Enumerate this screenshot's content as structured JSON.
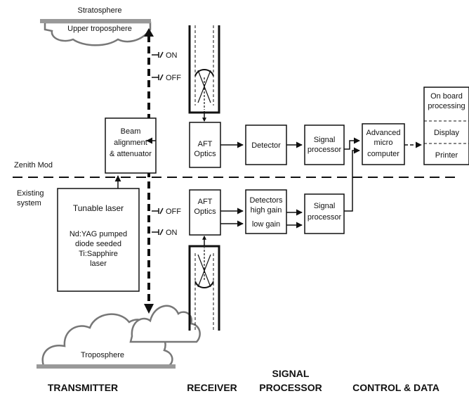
{
  "labels": {
    "stratosphere": "Stratosphere",
    "upper_troposphere": "Upper troposphere",
    "troposphere": "Troposphere",
    "zenith_mod": "Zenith Mod",
    "existing_system": [
      "Existing",
      "system"
    ],
    "switch_upper_on": "ON",
    "switch_upper_off": "OFF",
    "switch_lower_off": "OFF",
    "switch_lower_on": "ON"
  },
  "boxes": {
    "beam_alignment": [
      "Beam",
      "alignment",
      "& attenuator"
    ],
    "tunable_laser_title": "Tunable laser",
    "tunable_laser_desc": [
      "Nd:YAG pumped",
      "diode seeded",
      "Ti:Sapphire",
      "laser"
    ],
    "aft_optics_upper": [
      "AFT",
      "Optics"
    ],
    "aft_optics_lower": [
      "AFT",
      "Optics"
    ],
    "detector": "Detector",
    "detectors": [
      "Detectors",
      "high gain",
      "low gain"
    ],
    "signal_processor_upper": [
      "Signal",
      "processor"
    ],
    "signal_processor_lower": [
      "Signal",
      "processor"
    ],
    "computer": [
      "Advanced",
      "micro",
      "computer"
    ],
    "output_onboard": [
      "On board",
      "processing"
    ],
    "output_display": "Display",
    "output_printer": "Printer"
  },
  "sections": {
    "transmitter": "TRANSMITTER",
    "receiver": "RECEIVER",
    "signal_processor": [
      "SIGNAL",
      "PROCESSOR"
    ],
    "control_data": "CONTROL & DATA"
  }
}
